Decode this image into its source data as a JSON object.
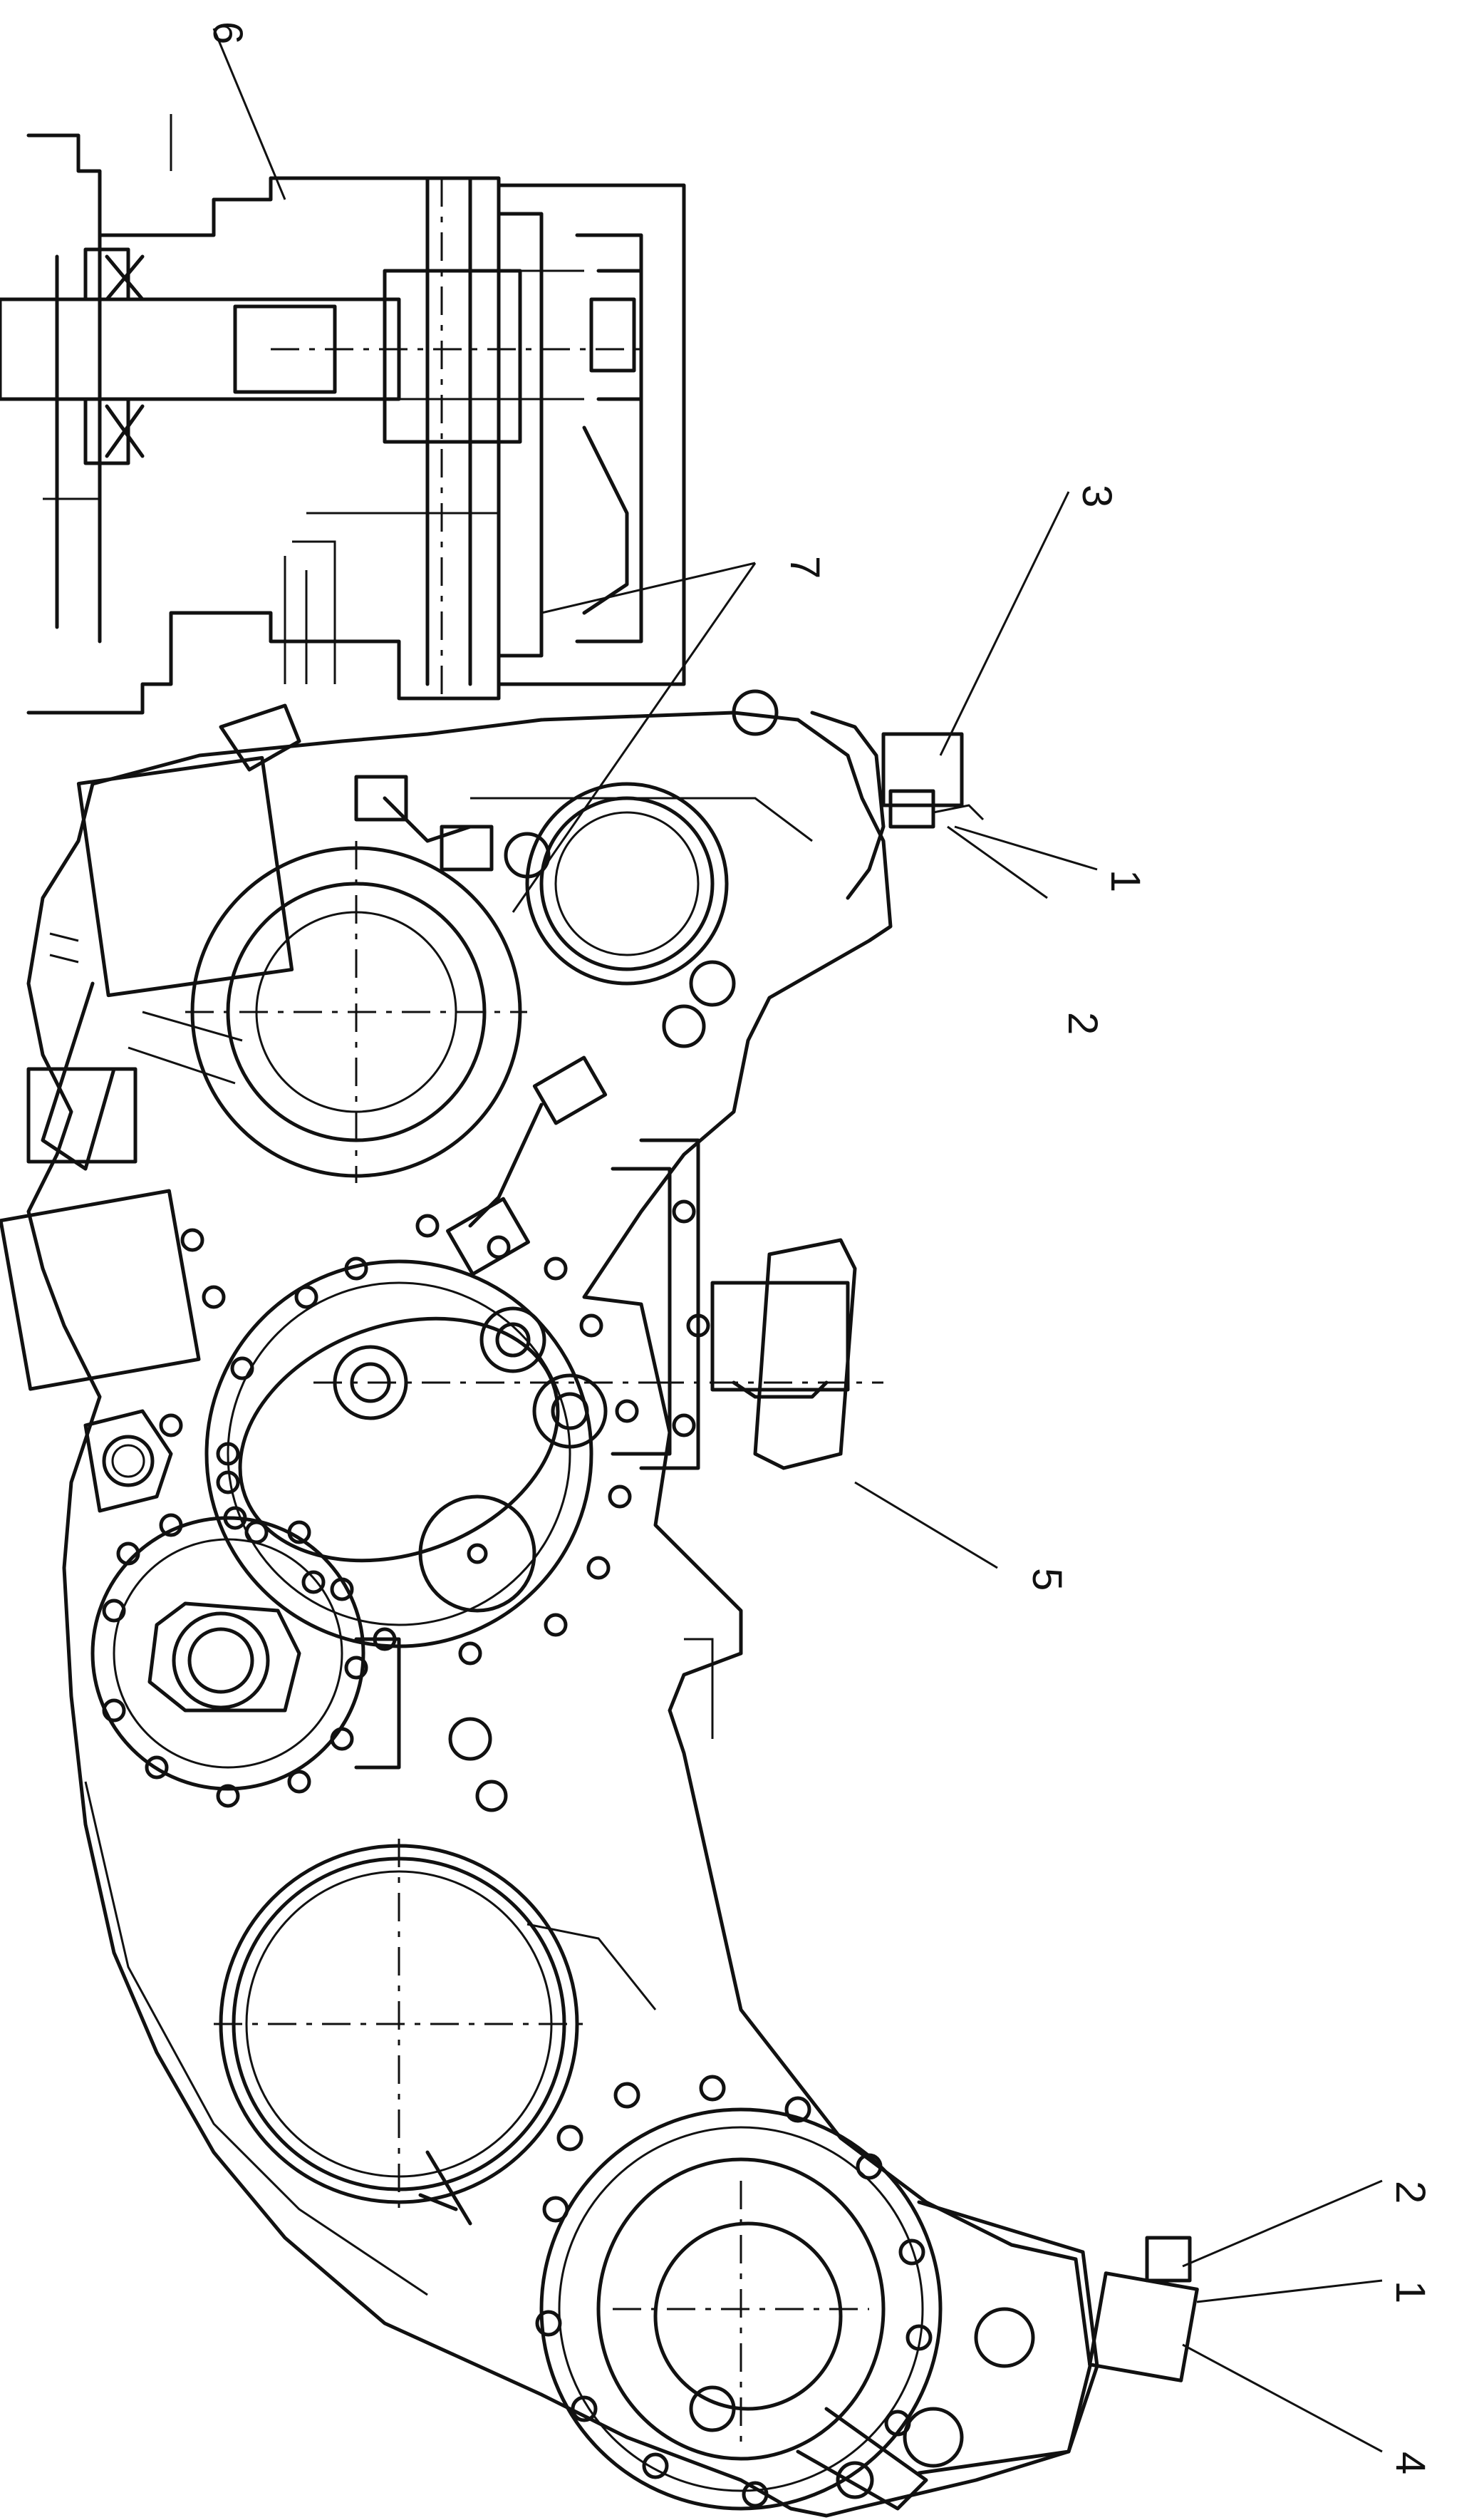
{
  "callouts": {
    "c1a": "1",
    "c2a": "2",
    "c3": "3",
    "c1b": "1",
    "c2b": "2",
    "c4": "4",
    "c5": "5",
    "c6": "6",
    "c7": "7"
  }
}
